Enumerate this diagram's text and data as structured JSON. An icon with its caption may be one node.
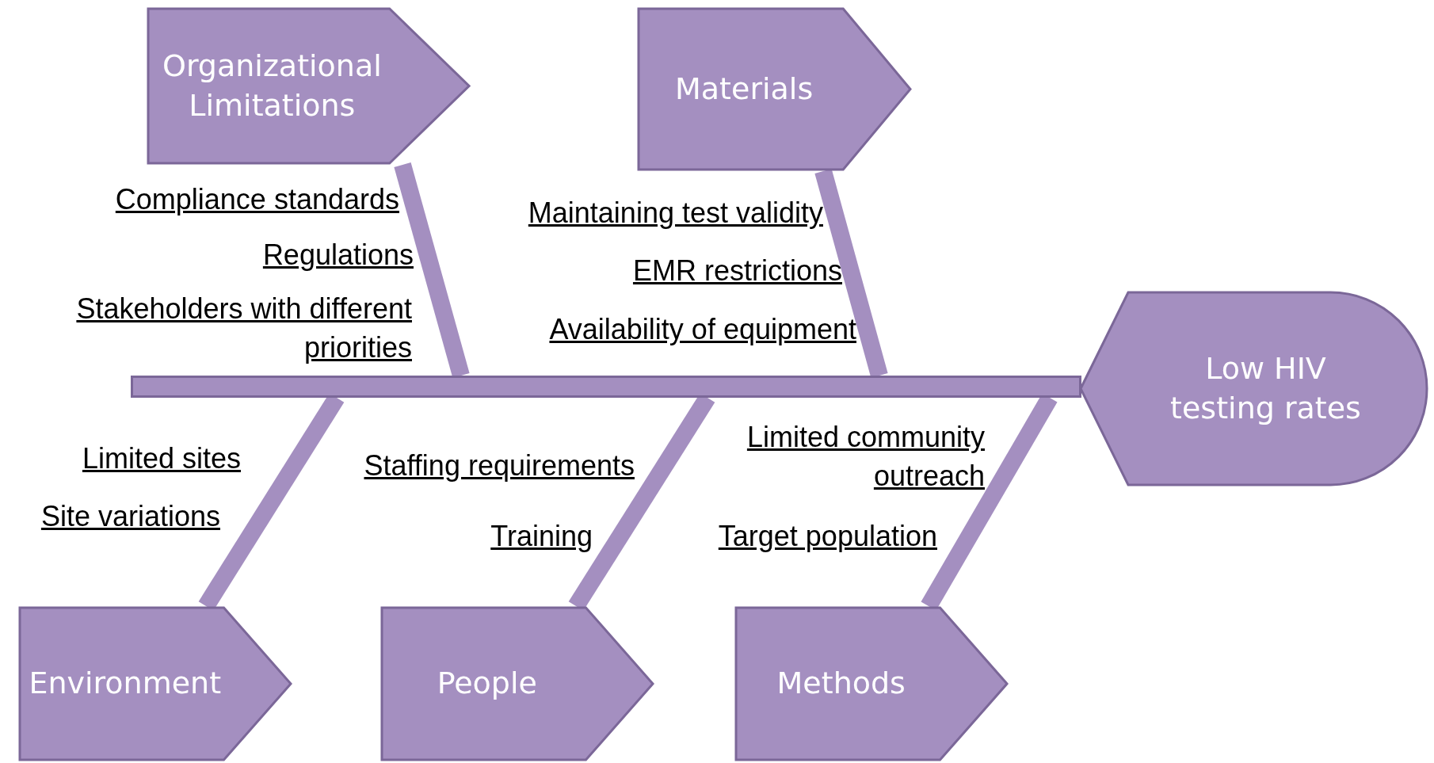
{
  "diagram": {
    "nodes": [
      {
        "text": [
          "Organizational Limitations"
        ]
      },
      {
        "text": [
          "Materials"
        ]
      },
      {
        "text": [
          "Low HIV testing rates"
        ]
      },
      {
        "text": [
          "Environment"
        ]
      },
      {
        "text": [
          "People"
        ]
      },
      {
        "text": [
          "Methods"
        ]
      },
      {
        "text": [],
        "shape": "bar"
      }
    ],
    "edges": [
      {
        "from": 0,
        "to": 6,
        "arrow": "none"
      },
      {
        "from": 1,
        "to": 6,
        "arrow": "none"
      },
      {
        "from": 3,
        "to": 6,
        "arrow": "none"
      },
      {
        "from": 4,
        "to": 6,
        "arrow": "none"
      },
      {
        "from": 5,
        "to": 6,
        "arrow": "none"
      }
    ],
    "labels": [
      "Compliance standards",
      "Maintaining test validity",
      "Regulations",
      "EMR restrictions",
      "Stakeholders with different priorities",
      "Availability of equipment",
      "Limited community outreach",
      "Limited sites",
      "Staffing requirements",
      "Site variations",
      "Training",
      "Target population"
    ]
  }
}
